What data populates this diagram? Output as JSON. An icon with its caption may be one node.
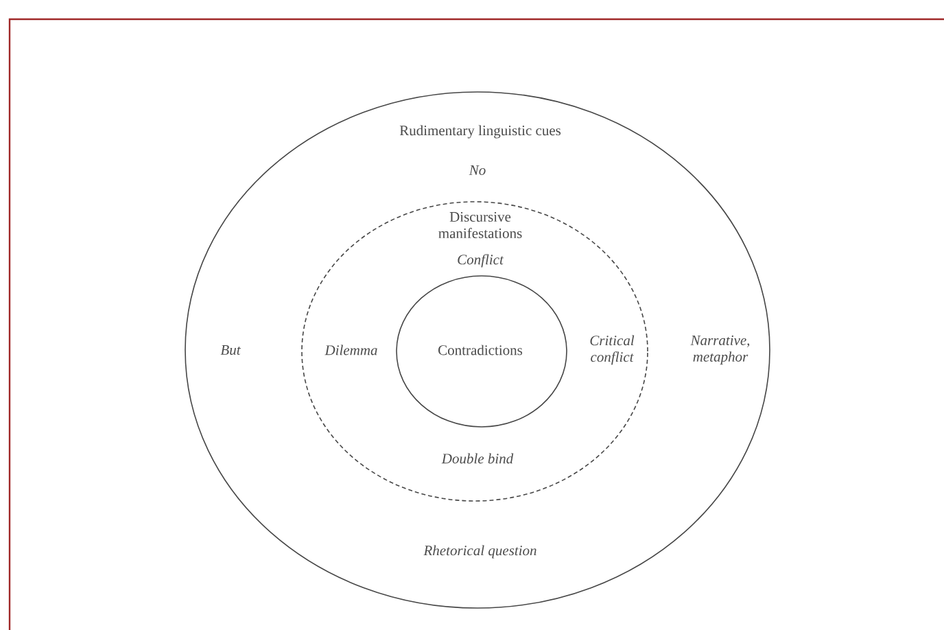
{
  "diagram": {
    "nodes": [
      {
        "text": [
          "Rudimentary linguistic cues",
          "No",
          "But",
          "Narrative, metaphor",
          "Rhetorical question"
        ]
      },
      {
        "text": [
          "Discursive manifestations",
          "Conflict",
          "Dilemma",
          "Critical conflict",
          "Double bind"
        ],
        "in": 0
      },
      {
        "text": [
          "Contradictions"
        ],
        "in": 1
      }
    ]
  }
}
